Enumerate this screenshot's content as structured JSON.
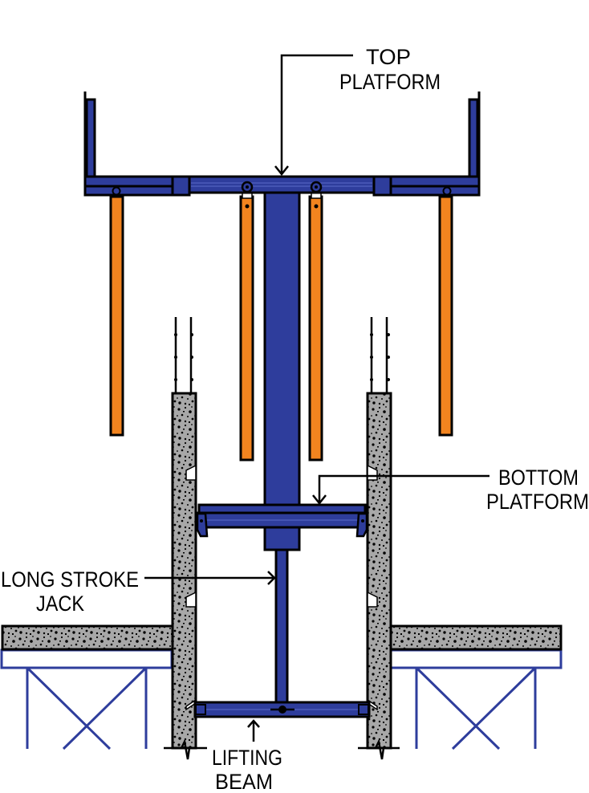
{
  "diagram": {
    "title": "Long stroke jack climbing formwork system section",
    "labels": {
      "top_platform": {
        "line1": "TOP",
        "line2": "PLATFORM"
      },
      "bottom_platform": {
        "line1": "BOTTOM",
        "line2": "PLATFORM"
      },
      "long_stroke_jack": {
        "line1": "LONG STROKE",
        "line2": "JACK"
      },
      "lifting_beam": {
        "line1": "LIFTING",
        "line2": "BEAM"
      }
    },
    "components": [
      "top-platform",
      "hanger-rods",
      "central-column",
      "bottom-platform",
      "long-stroke-jack",
      "lifting-beam",
      "concrete-walls",
      "floor-slabs",
      "rebar-starters",
      "scaffold-shoring"
    ],
    "colors": {
      "steel": "#2e3d9c",
      "hanger_rods": "#f2841f",
      "concrete": "#a8a8a8",
      "outline": "#000000",
      "background": "#ffffff"
    }
  }
}
